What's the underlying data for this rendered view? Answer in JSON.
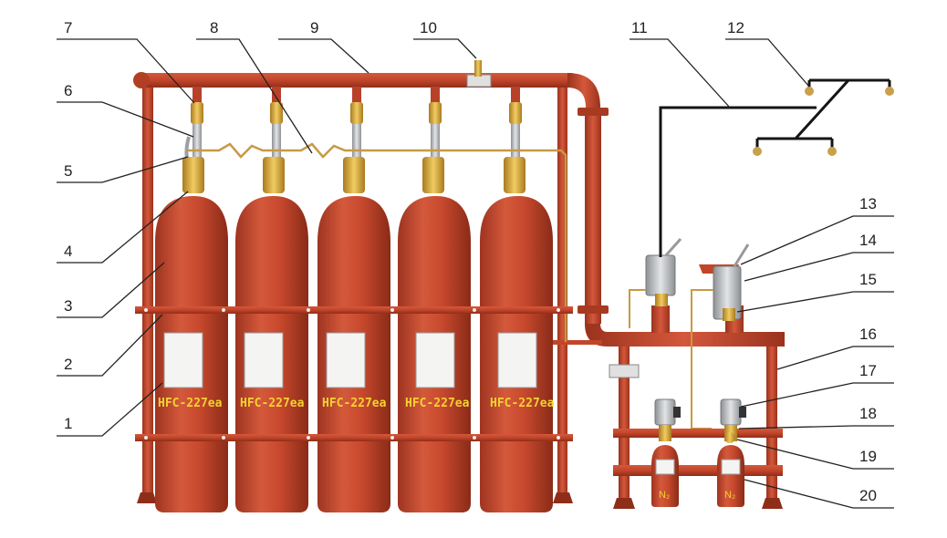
{
  "diagram": {
    "callouts": [
      "1",
      "2",
      "3",
      "4",
      "5",
      "6",
      "7",
      "8",
      "9",
      "10",
      "11",
      "12",
      "13",
      "14",
      "15",
      "16",
      "17",
      "18",
      "19",
      "20"
    ],
    "cylinder_label": "HFC-227ea",
    "nitrogen_label": "N₂",
    "colors": {
      "pipe": "#c2452a",
      "pipe_dark": "#8e2e19",
      "cylinder": "#c8492e",
      "brass": "#d9a93a",
      "silver": "#b9bcbf",
      "detector": "#b8893b",
      "line": "#222222"
    }
  }
}
